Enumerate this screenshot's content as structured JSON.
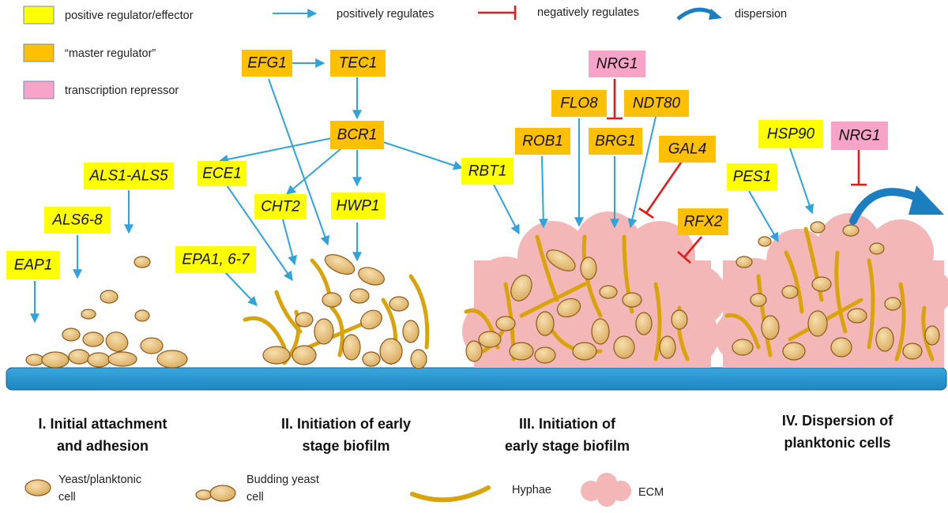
{
  "legend": {
    "positive": "positive regulator/effector",
    "master": "“master regulator”",
    "repressor": "transcription repressor",
    "pos_reg": "positively regulates",
    "neg_reg": "negatively regulates",
    "dispersion": "dispersion"
  },
  "colors": {
    "positive": "#ffff00",
    "master": "#ffc000",
    "repressor": "#f8a3c8",
    "arrow": "#2ea3dc",
    "inhibit": "#e51b1b",
    "surface": "#2597d3",
    "cell": "#e7bf7a",
    "hyphae": "#d9a40b",
    "ecm": "#f4b7b7"
  },
  "genes": {
    "efg1": "EFG1",
    "tec1": "TEC1",
    "bcr1": "BCR1",
    "ece1": "ECE1",
    "cht2": "CHT2",
    "hwp1": "HWP1",
    "epa1": "EPA1, 6-7",
    "als1": "ALS1-ALS5",
    "als6": "ALS6-8",
    "eap1": "EAP1",
    "rbt1": "RBT1",
    "rob1": "ROB1",
    "flo8": "FLO8",
    "nrg1a": "NRG1",
    "ndt80": "NDT80",
    "brg1": "BRG1",
    "gal4": "GAL4",
    "rfx2": "RFX2",
    "pes1": "PES1",
    "hsp90": "HSP90",
    "nrg1b": "NRG1"
  },
  "stages": {
    "s1a": "I. Initial attachment",
    "s1b": "and adhesion",
    "s2a": "II. Initiation of early",
    "s2b": "stage biofilm",
    "s3a": "III. Initiation of",
    "s3b": "early stage biofilm",
    "s4a": "IV. Dispersion of",
    "s4b": "planktonic cells"
  },
  "bottom_legend": {
    "yeast_a": "Yeast/planktonic",
    "yeast_b": "cell",
    "budding_a": "Budding yeast",
    "budding_b": "cell",
    "hyphae": "Hyphae",
    "ecm": "ECM"
  }
}
